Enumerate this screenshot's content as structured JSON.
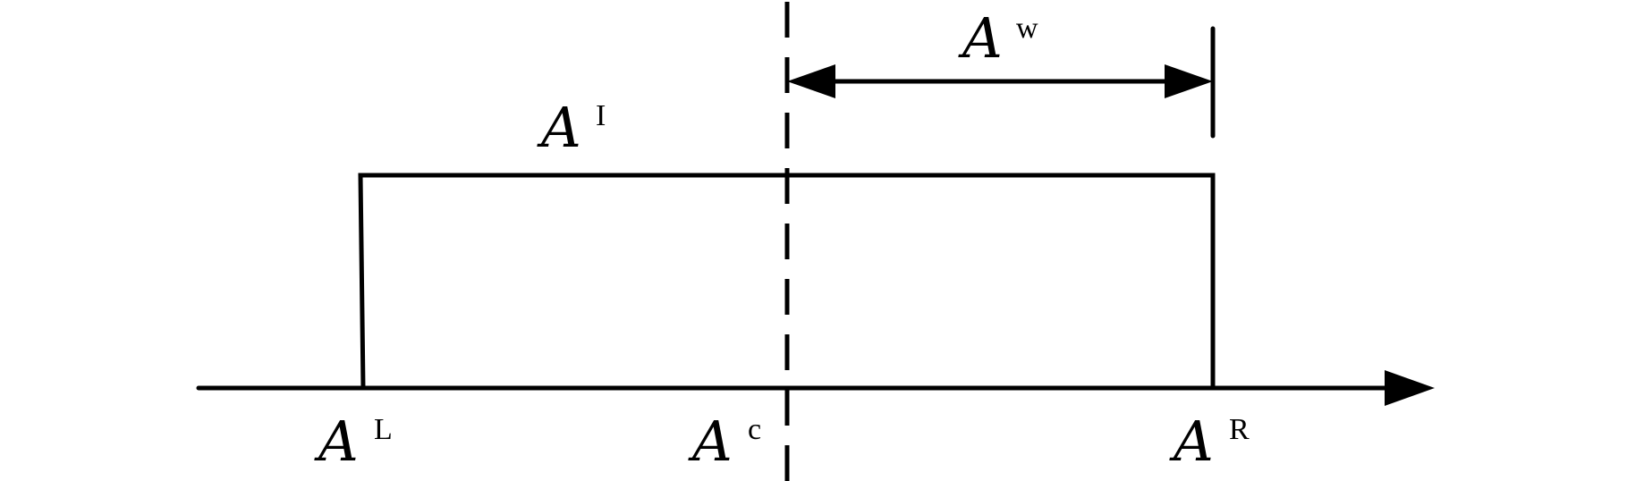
{
  "labels": {
    "interval": {
      "main": "A",
      "sup": "I"
    },
    "width": {
      "main": "A",
      "sup": "w"
    },
    "left": {
      "main": "A",
      "sup": "L"
    },
    "center": {
      "main": "A",
      "sup": "c"
    },
    "right": {
      "main": "A",
      "sup": "R"
    }
  },
  "colors": {
    "stroke": "#000000",
    "background": "#ffffff"
  }
}
